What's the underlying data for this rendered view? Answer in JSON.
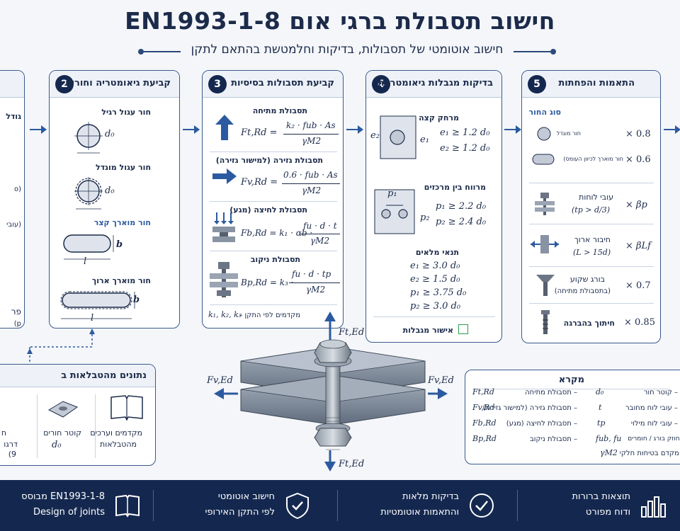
{
  "header": {
    "title": "EN1993-1-8 חישוב תסבולת ברגי אום",
    "subtitle": "חישוב אוטומטי של תסבולות, בדיקות וחלמטשת בהתאם לתקן"
  },
  "colors": {
    "primary": "#14284f",
    "accent": "#2c5aa0",
    "check": "#2e9b4e"
  },
  "card1": {
    "frag1": "גודל",
    "frag2": "(עובי",
    "frag3": "(o",
    "frag4": "פר",
    "frag5": "p)"
  },
  "card2": {
    "number": "2",
    "title": "קביעת גיאומטריה וחורים",
    "items": [
      {
        "label": "חור עגול רגיל",
        "dim": "d₀"
      },
      {
        "label": "חור עגול מוגדל",
        "dim": "d₀"
      },
      {
        "label": "חור מוארך קצר",
        "dim_b": "b",
        "dim_l": "l"
      },
      {
        "label": "חור מוארך ארוך",
        "dim_b": "b",
        "dim_l": "l"
      }
    ]
  },
  "card3": {
    "number": "3",
    "title": "קביעת תסבולות בסיסיות",
    "items": [
      {
        "label": "תסבולת מתיחה",
        "lhs": "Ft,Rd =",
        "num": "k₂ · fub · As",
        "den": "γM2"
      },
      {
        "label": "תסבולת גזירה (למישור גזירה)",
        "lhs": "Fv,Rd =",
        "num": "0.6 · fub · As",
        "den": "γM2"
      },
      {
        "label": "תסבולת לחיצה (מגע)",
        "lhs": "Fb,Rd = k₁ · αb ·",
        "num": "fu · d · t",
        "den": "γM2"
      },
      {
        "label": "תסבולת ניקוב",
        "lhs": "Bp,Rd = k₃ ·",
        "num": "fu · d · tp",
        "den": "γM2"
      }
    ],
    "footnote": "מקדמים לפי התקן –",
    "footnote_math": "k₁, k₂, k₃"
  },
  "card4": {
    "number": "4",
    "title": "בדיקות מגבלות גיאומטריות",
    "edge_label": "מרחק קצה",
    "edge_e2": "e₂",
    "edge_e1": "e₁",
    "edge_eq1": "e₁ ≥ 1.2 d₀",
    "edge_eq2": "e₂ ≥ 1.2 d₀",
    "spacing_label": "מרווח בין מרכזים",
    "spacing_p1": "p₁",
    "spacing_p2": "p₂",
    "spacing_eq1": "p₁ ≥ 2.2 d₀",
    "spacing_eq2": "p₂ ≥ 2.4 d₀",
    "full_label": "תנאי מלאים",
    "full_eqs": [
      "e₁ ≥ 3.0 d₀",
      "e₂ ≥ 1.5 d₀",
      "p₁ ≥ 3.75 d₀",
      "p₂ ≥ 3.0 d₀"
    ],
    "approve": "אישור מגבלות"
  },
  "card5": {
    "number": "5",
    "title": "התאמות והפחתות",
    "hole_type_label": "סוג החור",
    "rows": [
      {
        "label": "חור מוגדל",
        "factor": "× 0.8"
      },
      {
        "label": "חור מוארך לכיוון העומס)",
        "factor": "× 0.6"
      },
      {
        "label": "עובי לוחות",
        "sub": "(tp > d/3)",
        "factor": "× βp"
      },
      {
        "label": "חיבור ארוך",
        "sub": "(L > 15d)",
        "factor": "× βLf"
      },
      {
        "label": "בורג שקוע",
        "sub": "(בתסבולת מתיחה)",
        "factor": "× 0.7"
      },
      {
        "label": "חיתוך בהברגה",
        "factor": "× 0.85"
      }
    ]
  },
  "materials": {
    "title": "נתונים מהטבלאות ב",
    "items": [
      {
        "label1": "מקדמים וערכים",
        "label2": "מהטבלאות"
      },
      {
        "label1": "קוטר חורים",
        "label2": "d₀"
      },
      {
        "label1": "ח",
        "label2": "דרגו",
        "label3": "9)"
      }
    ]
  },
  "forces": {
    "top": "Ft,Ed",
    "bottom": "Ft,Ed",
    "left": "Fv,Ed",
    "right": "Fv,Ed"
  },
  "legend": {
    "title": "מקרא",
    "left": [
      {
        "sym": "Ft,Rd",
        "txt": "– תסבולת מתיחה"
      },
      {
        "sym": "Fv,Rd",
        "txt": "– תסבולת גזירה (למישור גזירה)"
      },
      {
        "sym": "Fb,Rd",
        "txt": "– תסבולת לחיצה (מגע)"
      },
      {
        "sym": "Bp,Rd",
        "txt": "– תסבולת ניקוב"
      }
    ],
    "right": [
      {
        "sym": "d₀",
        "txt": "– קוטר חור"
      },
      {
        "sym": "t",
        "txt": "– עובי לוח מחובר"
      },
      {
        "sym": "tp",
        "txt": "– עובי לוח מילוי"
      },
      {
        "sym": "fub, fu",
        "txt": "– חוזק בורג / חומרים"
      },
      {
        "sym": "γM2",
        "txt": "– מקדם בטיחות חלקי"
      }
    ]
  },
  "footer": [
    {
      "line1": "תוצאות ברורות",
      "line2": "ודוח מפורט",
      "icon": "bar-chart-icon"
    },
    {
      "line1": "בדיקות מלאות",
      "line2": "והתאמות אוטומטיות",
      "icon": "check-circle-icon"
    },
    {
      "line1": "חישוב אוטומטי",
      "line2": "לפי התקן האירופי",
      "icon": "shield-check-icon"
    },
    {
      "line1": "EN1993-1-8 מבוסס",
      "line2": "Design of joints",
      "icon": "book-icon"
    }
  ]
}
